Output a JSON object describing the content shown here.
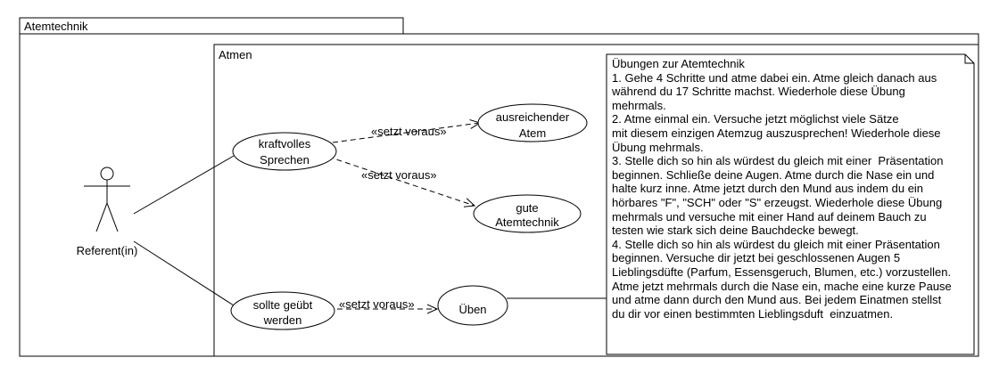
{
  "package": {
    "title": "Atemtechnik"
  },
  "system": {
    "title": "Atmen"
  },
  "actor": {
    "name": "Referent(in)"
  },
  "use_cases": {
    "kraftvoll": [
      "kraftvolles",
      "Sprechen"
    ],
    "ausreichend": [
      "ausreichender",
      "Atem"
    ],
    "gute": [
      "gute",
      "Atemtechnik"
    ],
    "sollte": [
      "sollte geübt",
      "werden"
    ],
    "ueben": [
      "Üben"
    ]
  },
  "relations": {
    "r1": "«setzt voraus»",
    "r2": "«setzt voraus»",
    "r3": "«setzt voraus»"
  },
  "note": {
    "lines": [
      "Übungen zur Atemtechnik",
      "1. Gehe 4 Schritte und atme dabei ein. Atme gleich danach aus",
      "während du 17 Schritte machst. Wiederhole diese Übung",
      "mehrmals.",
      "2. Atme einmal ein. Versuche jetzt möglichst viele Sätze",
      "mit diesem einzigen Atemzug auszusprechen! Wiederhole diese",
      "Übung mehrmals.",
      "3. Stelle dich so hin als würdest du gleich mit einer  Präsentation",
      "beginnen. Schließe deine Augen. Atme durch die Nase ein und",
      "halte kurz inne. Atme jetzt durch den Mund aus indem du ein",
      "hörbares \"F\", \"SCH\" oder \"S\" erzeugst. Wiederhole diese Übung",
      "mehrmals und versuche mit einer Hand auf deinem Bauch zu",
      "testen wie stark sich deine Bauchdecke bewegt.",
      "4. Stelle dich so hin als würdest du gleich mit einer Präsentation",
      "beginnen. Versuche dir jetzt bei geschlossenen Augen 5",
      "Lieblingsdüfte (Parfum, Essensgeruch, Blumen, etc.) vorzustellen.",
      "Atme jetzt mehrmals durch die Nase ein, mache eine kurze Pause",
      "und atme dann durch den Mund aus. Bei jedem Einatmen stellst",
      "du dir vor einen bestimmten Lieblingsduft  einzuatmen."
    ]
  },
  "colors": {
    "line": "#000000",
    "fill": "#ffffff"
  }
}
